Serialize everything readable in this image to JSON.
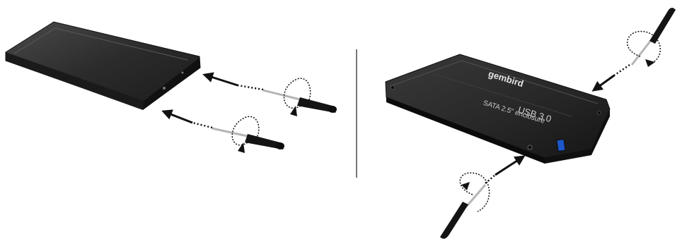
{
  "image": {
    "product": {
      "brand": "gembird",
      "label_line1": "USB 3.0",
      "label_line2": "SATA 2.5\" enclosure"
    },
    "icons": [
      "enclosure-icon",
      "screwdriver-icon",
      "rotation-arrow-icon",
      "direction-arrow-icon"
    ]
  }
}
